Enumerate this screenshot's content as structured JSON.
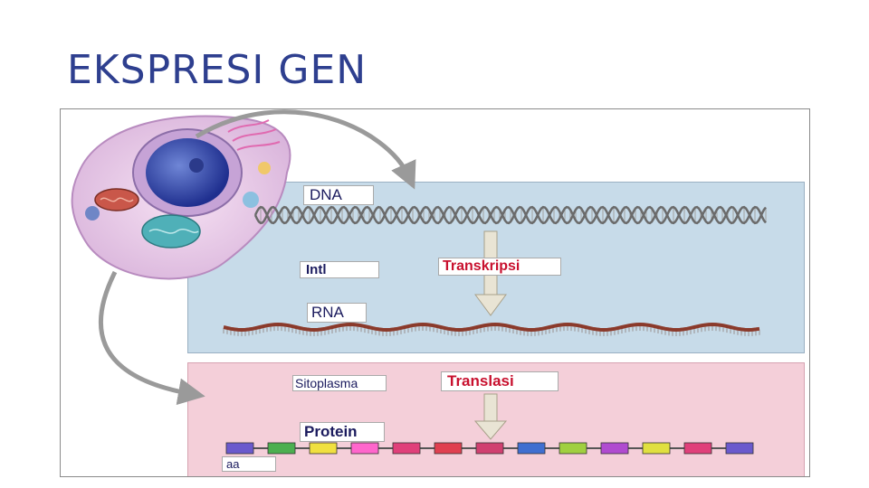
{
  "slide": {
    "title": "EKSPRESI GEN"
  },
  "diagram": {
    "labels": {
      "dna": "DNA",
      "intl": "Intl",
      "transkripsi": "Transkripsi",
      "rna": "RNA",
      "sitoplasma": "Sitoplasma",
      "translasi": "Translasi",
      "protein": "Protein",
      "aa": "aa"
    },
    "colors": {
      "nucleus_bg": "#c7dbe9",
      "cytoplasm_bg": "#f4cfd9",
      "rna_strand": "#8b3a2b",
      "dna_strand": "#6b6b6b",
      "label_red": "#c8102e",
      "title": "#2e3f8f"
    },
    "protein_chain_colors": [
      "#6a5acd",
      "#4caf50",
      "#f0e040",
      "#ff66cc",
      "#e0407a",
      "#e04050",
      "#d04070",
      "#3f6fd0",
      "#a0d040",
      "#b04bd0",
      "#e0e040",
      "#e0407a",
      "#6a5acd"
    ]
  }
}
